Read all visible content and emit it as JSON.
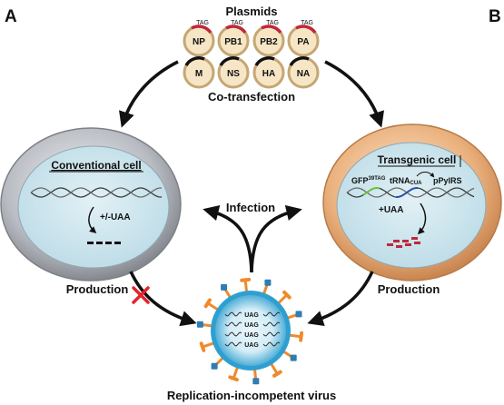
{
  "panels": {
    "left_letter": "A",
    "right_letter": "B"
  },
  "plasmids": {
    "title": "Plasmids",
    "tag_label": "TAG",
    "top_row": [
      "NP",
      "PB1",
      "PB2",
      "PA"
    ],
    "bottom_row": [
      "M",
      "NS",
      "HA",
      "NA"
    ],
    "caption": "Co-transfection"
  },
  "conventional_cell": {
    "title": "Conventional cell",
    "uaa_label": "+/-UAA"
  },
  "transgenic_cell": {
    "title": "Transgenic cell",
    "gfp_label": "GFP",
    "gfp_superscript": "39TAG",
    "trna_label": "tRNA",
    "trna_subscript": "CUA",
    "pylrs_label": "pPylRS",
    "uaa_label": "+UAA"
  },
  "labels": {
    "infection": "Infection",
    "production_left": "Production",
    "production_right": "Production",
    "virus": "Replication-incompetent virus"
  },
  "virus_codons": [
    "UAG",
    "UAG",
    "UAG",
    "UAG"
  ],
  "colors": {
    "arrow": "#111111",
    "tag_red": "#c0273a",
    "plasmid_fill": "#f6e6c6",
    "plasmid_ring": "#c5a774",
    "conventional_membrane": "#9ea2a8",
    "cytoplasm": "#cfe6ee",
    "transgenic_membrane": "#e6a774",
    "virus_body": "#35a8d8",
    "virus_spike": "#ef8a2c",
    "virus_spike_blue": "#2e7db3",
    "cross": "#e1242b"
  }
}
